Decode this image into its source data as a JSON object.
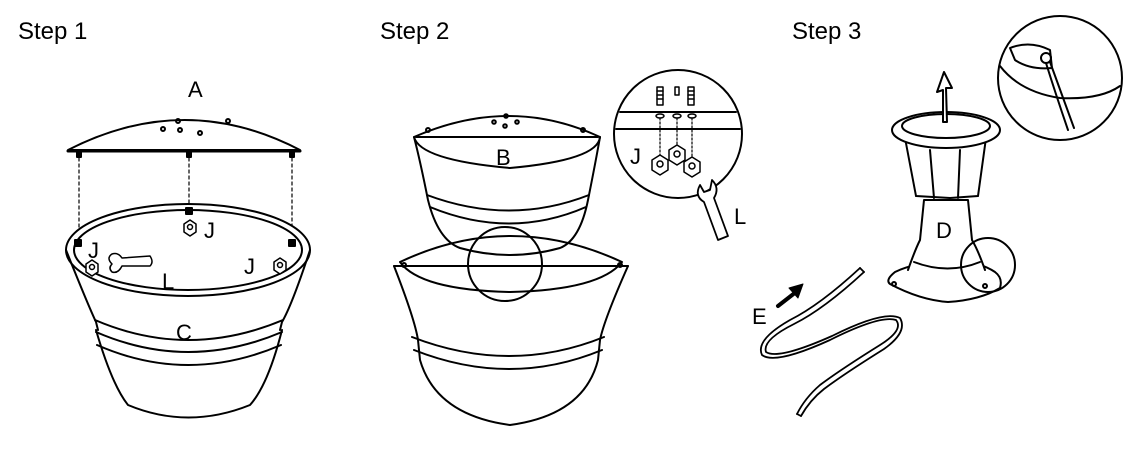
{
  "steps": [
    {
      "title": "Step 1"
    },
    {
      "title": "Step 2"
    },
    {
      "title": "Step 3"
    }
  ],
  "labels": {
    "a": "A",
    "b": "B",
    "c": "C",
    "d": "D",
    "e": "E",
    "j": "J",
    "l": "L"
  },
  "colors": {
    "line": "#000000",
    "background": "#ffffff"
  }
}
